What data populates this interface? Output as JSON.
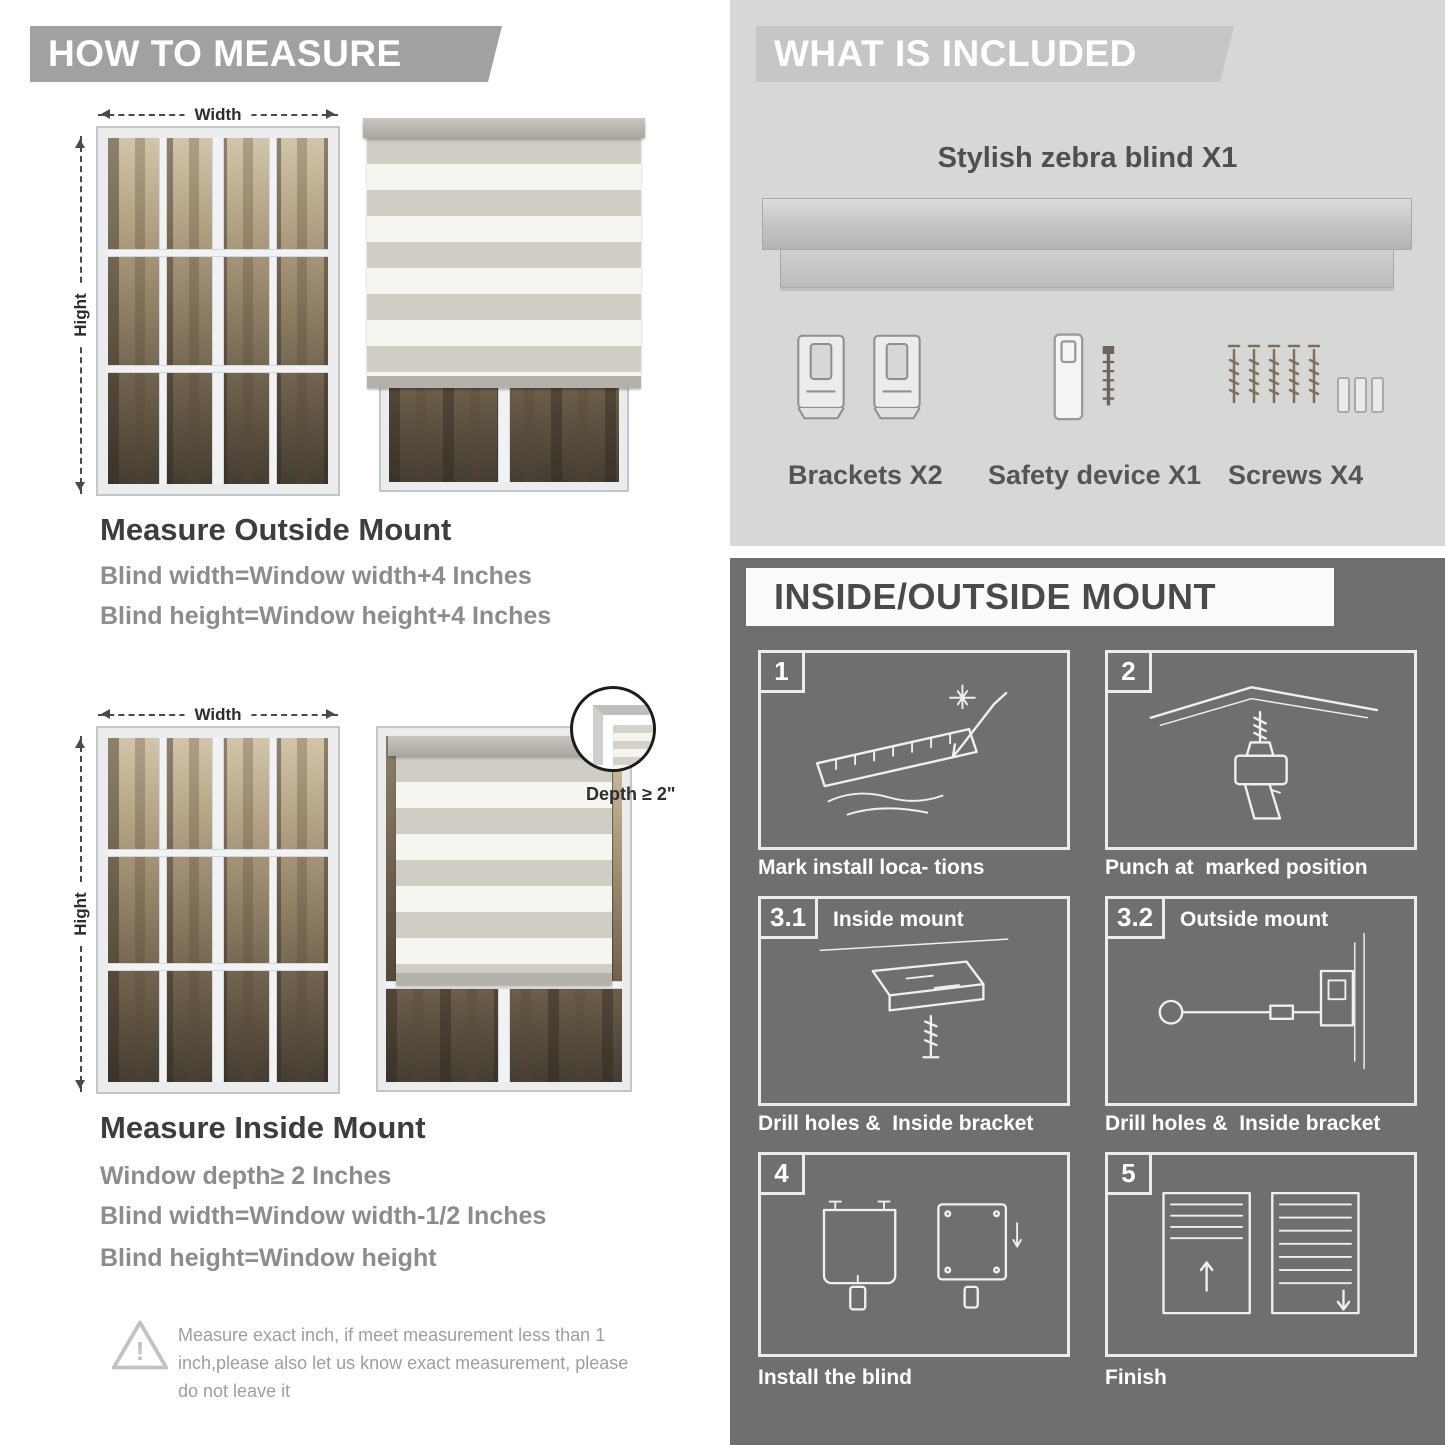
{
  "colors": {
    "left_banner": "#a1a1a1",
    "included_panel": "#d7d7d5",
    "included_banner": "#c6c6c4",
    "mount_panel": "#6f6f6f",
    "measure_text": "#8c8c8c"
  },
  "measure": {
    "header": "HOW TO MEASURE",
    "outside": {
      "width_label": "Width",
      "height_label": "Hight",
      "title": "Measure Outside Mount",
      "lines": [
        "Blind width=Window width+4 Inches",
        "Blind height=Window height+4 Inches"
      ]
    },
    "inside": {
      "width_label": "Width",
      "height_label": "Hight",
      "depth_label": "Depth ≥ 2\"",
      "title": "Measure Inside Mount",
      "lines": [
        "Window depth≥ 2 Inches",
        "Blind width=Window width-1/2 Inches",
        "Blind height=Window height"
      ]
    },
    "note": "Measure exact inch, if meet measurement less than 1 inch,please also let us know exact measurement, please do not leave it"
  },
  "included": {
    "header": "WHAT IS INCLUDED",
    "product_label": "Stylish zebra blind X1",
    "items": [
      {
        "label": "Brackets X2"
      },
      {
        "label": "Safety device X1"
      },
      {
        "label": "Screws X4"
      }
    ]
  },
  "mount": {
    "header": "INSIDE/OUTSIDE MOUNT",
    "steps": [
      {
        "num": "1",
        "caption": "Mark install loca- tions"
      },
      {
        "num": "2",
        "caption": "Punch at  marked position"
      },
      {
        "num": "3.1",
        "title": "Inside mount",
        "caption": "Drill holes &  Inside bracket"
      },
      {
        "num": "3.2",
        "title": "Outside mount",
        "caption": "Drill holes &  Inside bracket"
      },
      {
        "num": "4",
        "caption": "Install the blind"
      },
      {
        "num": "5",
        "caption": "Finish"
      }
    ]
  }
}
